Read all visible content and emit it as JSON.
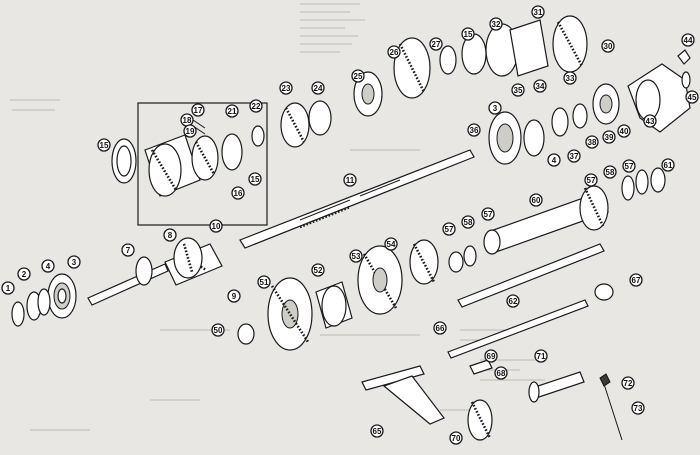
{
  "figure": {
    "callouts": [
      {
        "id": "c1",
        "label": "1"
      },
      {
        "id": "c2",
        "label": "2"
      },
      {
        "id": "c3a",
        "label": "3"
      },
      {
        "id": "c4a",
        "label": "4"
      },
      {
        "id": "c3b",
        "label": "3"
      },
      {
        "id": "c4b",
        "label": "4"
      },
      {
        "id": "c7",
        "label": "7"
      },
      {
        "id": "c8",
        "label": "8"
      },
      {
        "id": "c9",
        "label": "9"
      },
      {
        "id": "c10",
        "label": "10"
      },
      {
        "id": "c11",
        "label": "11"
      },
      {
        "id": "c15a",
        "label": "15"
      },
      {
        "id": "c15b",
        "label": "15"
      },
      {
        "id": "c15c",
        "label": "15"
      },
      {
        "id": "c16",
        "label": "16"
      },
      {
        "id": "c17",
        "label": "17"
      },
      {
        "id": "c18",
        "label": "18"
      },
      {
        "id": "c19",
        "label": "19"
      },
      {
        "id": "c21",
        "label": "21"
      },
      {
        "id": "c22",
        "label": "22"
      },
      {
        "id": "c23",
        "label": "23"
      },
      {
        "id": "c24",
        "label": "24"
      },
      {
        "id": "c25",
        "label": "25"
      },
      {
        "id": "c26",
        "label": "26"
      },
      {
        "id": "c27",
        "label": "27"
      },
      {
        "id": "c30",
        "label": "30"
      },
      {
        "id": "c31",
        "label": "31"
      },
      {
        "id": "c32",
        "label": "32"
      },
      {
        "id": "c33",
        "label": "33"
      },
      {
        "id": "c34",
        "label": "34"
      },
      {
        "id": "c35",
        "label": "35"
      },
      {
        "id": "c36",
        "label": "36"
      },
      {
        "id": "c37",
        "label": "37"
      },
      {
        "id": "c38",
        "label": "38"
      },
      {
        "id": "c39",
        "label": "39"
      },
      {
        "id": "c40",
        "label": "40"
      },
      {
        "id": "c43",
        "label": "43"
      },
      {
        "id": "c44",
        "label": "44"
      },
      {
        "id": "c45",
        "label": "45"
      },
      {
        "id": "c50",
        "label": "50"
      },
      {
        "id": "c51",
        "label": "51"
      },
      {
        "id": "c52",
        "label": "52"
      },
      {
        "id": "c53",
        "label": "53"
      },
      {
        "id": "c54",
        "label": "54"
      },
      {
        "id": "c57a",
        "label": "57"
      },
      {
        "id": "c58a",
        "label": "58"
      },
      {
        "id": "c57b",
        "label": "57"
      },
      {
        "id": "c57c",
        "label": "57"
      },
      {
        "id": "c58b",
        "label": "58"
      },
      {
        "id": "c57d",
        "label": "57"
      },
      {
        "id": "c60",
        "label": "60"
      },
      {
        "id": "c61",
        "label": "61"
      },
      {
        "id": "c62",
        "label": "62"
      },
      {
        "id": "c65",
        "label": "65"
      },
      {
        "id": "c66",
        "label": "66"
      },
      {
        "id": "c67",
        "label": "67"
      },
      {
        "id": "c68",
        "label": "68"
      },
      {
        "id": "c69",
        "label": "69"
      },
      {
        "id": "c70",
        "label": "70"
      },
      {
        "id": "c71",
        "label": "71"
      },
      {
        "id": "c72",
        "label": "72"
      },
      {
        "id": "c73",
        "label": "73"
      }
    ]
  }
}
